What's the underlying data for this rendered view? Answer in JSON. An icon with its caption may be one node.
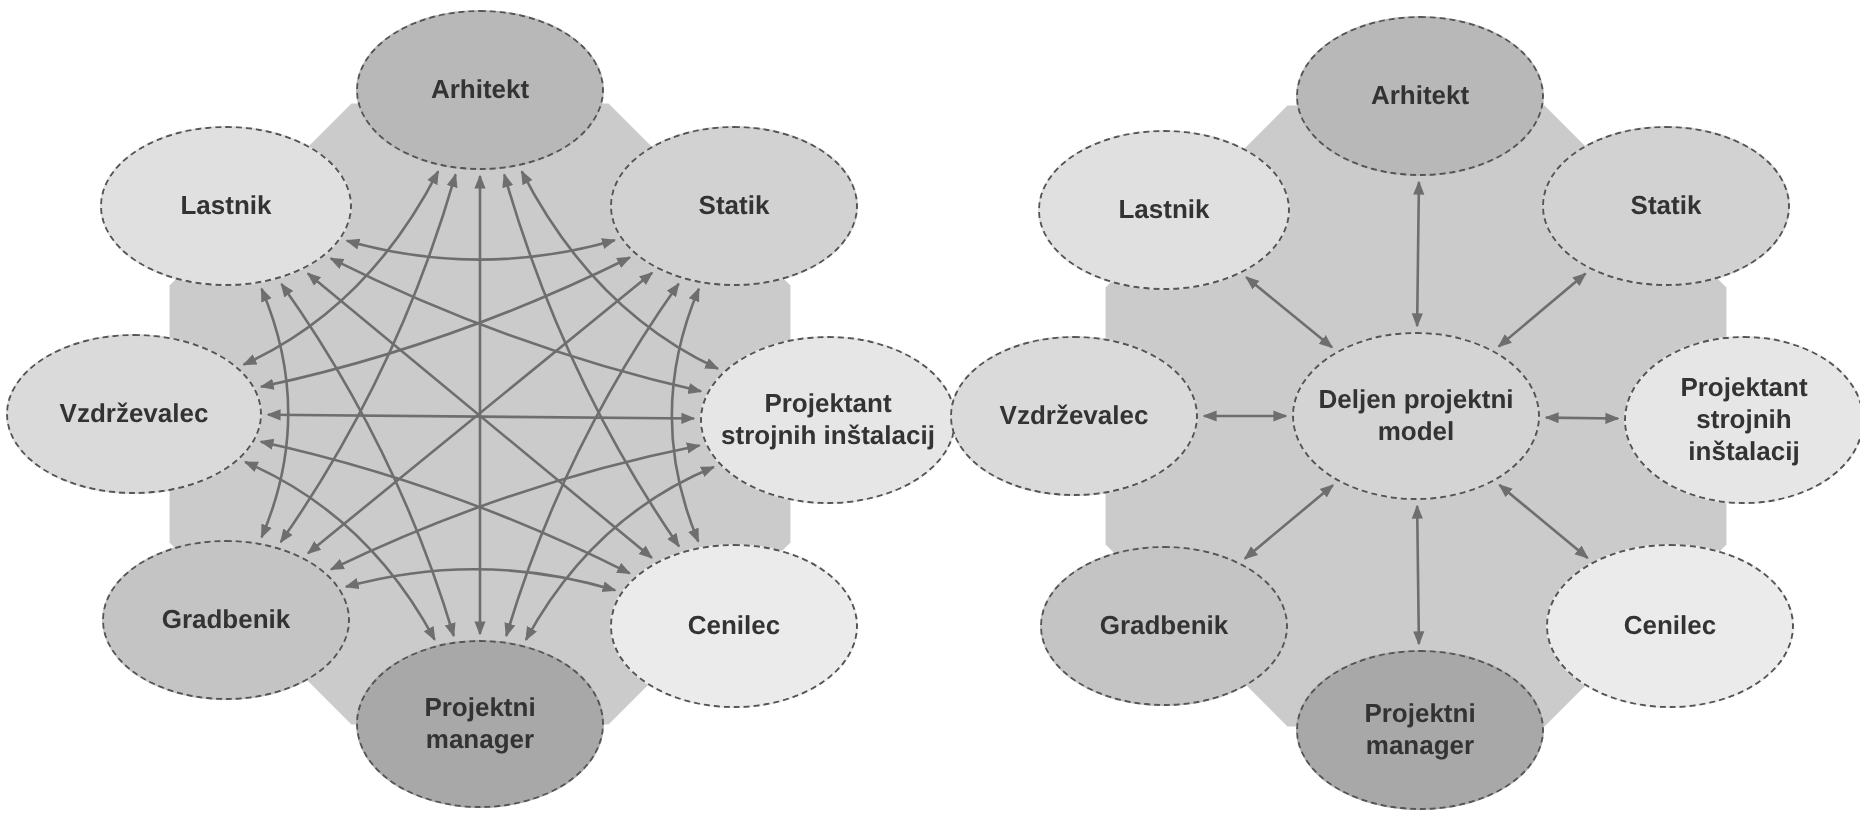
{
  "diagram": {
    "nodes": [
      {
        "text": [
          "Arhitekt"
        ]
      },
      {
        "text": [
          "Lastnik"
        ]
      },
      {
        "text": [
          "Statik"
        ]
      },
      {
        "text": [
          "Vzdrževalec"
        ]
      },
      {
        "text": [
          "Projektant strojnih inštalacij"
        ]
      },
      {
        "text": [
          "Gradbenik"
        ]
      },
      {
        "text": [
          "Cenilec"
        ]
      },
      {
        "text": [
          "Projektni manager"
        ]
      },
      {
        "text": [
          "Arhitekt"
        ]
      },
      {
        "text": [
          "Lastnik"
        ]
      },
      {
        "text": [
          "Statik"
        ]
      },
      {
        "text": [
          "Vzdrževalec"
        ]
      },
      {
        "text": [
          "Deljen projektni model"
        ]
      },
      {
        "text": [
          "Projektant strojnih inštalacij"
        ]
      },
      {
        "text": [
          "Gradbenik"
        ]
      },
      {
        "text": [
          "Cenilec"
        ]
      },
      {
        "text": [
          "Projektni manager"
        ]
      }
    ],
    "edges": [
      {
        "from": 0,
        "to": 4,
        "arrow": "both"
      },
      {
        "from": 0,
        "to": 6,
        "arrow": "both"
      },
      {
        "from": 0,
        "to": 7,
        "arrow": "both"
      },
      {
        "from": 0,
        "to": 5,
        "arrow": "both"
      },
      {
        "from": 0,
        "to": 3,
        "arrow": "both"
      },
      {
        "from": 2,
        "to": 6,
        "arrow": "both"
      },
      {
        "from": 2,
        "to": 7,
        "arrow": "both"
      },
      {
        "from": 2,
        "to": 5,
        "arrow": "both"
      },
      {
        "from": 2,
        "to": 3,
        "arrow": "both"
      },
      {
        "from": 2,
        "to": 1,
        "arrow": "both"
      },
      {
        "from": 4,
        "to": 7,
        "arrow": "both"
      },
      {
        "from": 4,
        "to": 5,
        "arrow": "both"
      },
      {
        "from": 4,
        "to": 3,
        "arrow": "both"
      },
      {
        "from": 4,
        "to": 1,
        "arrow": "both"
      },
      {
        "from": 6,
        "to": 5,
        "arrow": "both"
      },
      {
        "from": 6,
        "to": 3,
        "arrow": "both"
      },
      {
        "from": 6,
        "to": 1,
        "arrow": "both"
      },
      {
        "from": 7,
        "to": 3,
        "arrow": "both"
      },
      {
        "from": 7,
        "to": 1,
        "arrow": "both"
      },
      {
        "from": 5,
        "to": 1,
        "arrow": "both"
      },
      {
        "from": 12,
        "to": 8,
        "arrow": "both"
      },
      {
        "from": 12,
        "to": 9,
        "arrow": "both"
      },
      {
        "from": 12,
        "to": 10,
        "arrow": "both"
      },
      {
        "from": 12,
        "to": 11,
        "arrow": "both"
      },
      {
        "from": 12,
        "to": 13,
        "arrow": "both"
      },
      {
        "from": 12,
        "to": 14,
        "arrow": "both"
      },
      {
        "from": 12,
        "to": 15,
        "arrow": "both"
      },
      {
        "from": 12,
        "to": 16,
        "arrow": "both"
      }
    ]
  }
}
